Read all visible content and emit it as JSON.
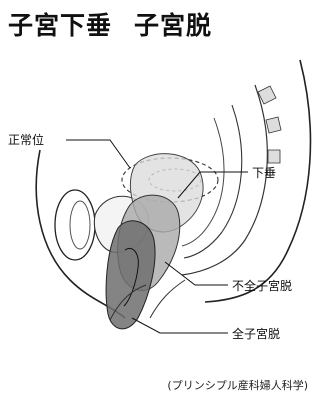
{
  "title": {
    "part1": "子宮下垂",
    "part2": "子宮脱"
  },
  "labels": {
    "normal_position": "正常位",
    "prolapse_descent": "下垂",
    "incomplete_prolapse": "不全子宮脱",
    "complete_prolapse": "全子宮脱"
  },
  "credit": "(プリンシプル産科婦人科学)"
}
